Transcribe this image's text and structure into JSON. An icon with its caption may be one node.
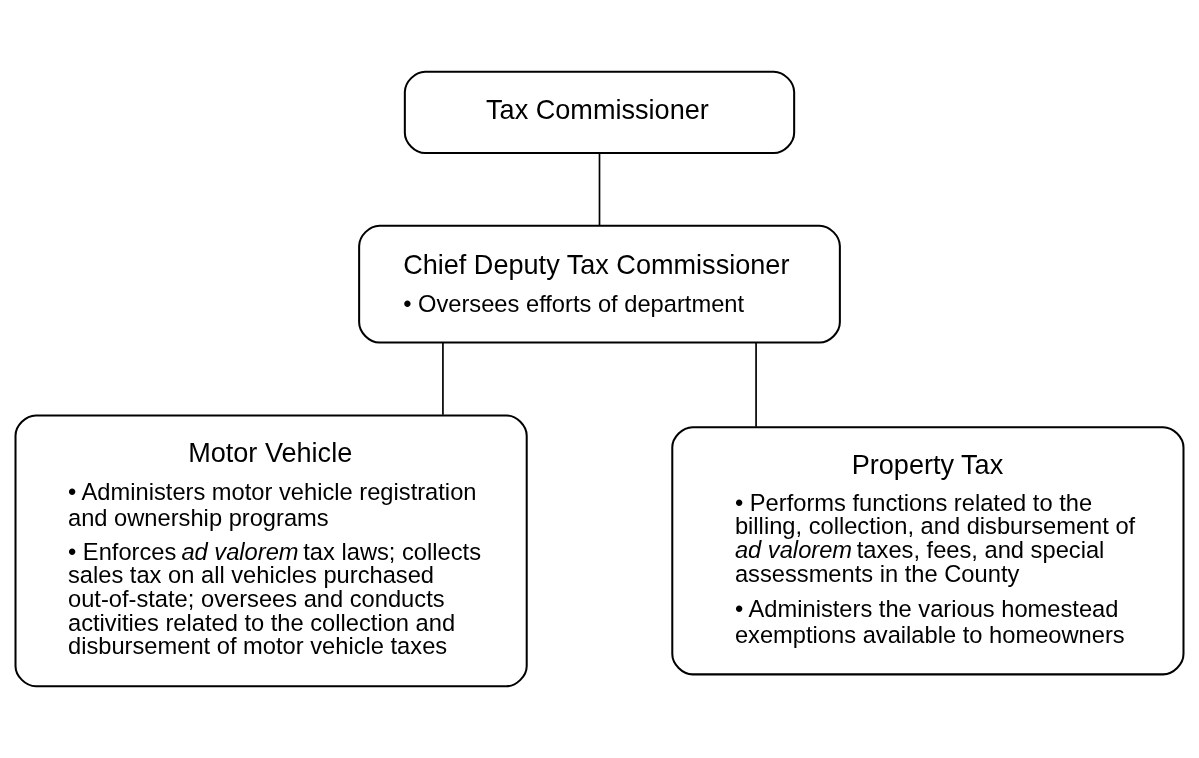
{
  "diagram": {
    "nodes": [
      {
        "text": [
          "Tax Commissioner"
        ]
      },
      {
        "text": [
          "Chief Deputy Tax Commissioner",
          "• Oversees efforts of department"
        ]
      },
      {
        "text": [
          "Motor Vehicle",
          "• Administers motor vehicle registration and ownership programs",
          "• Enforces *ad valorem* tax laws; collects sales tax on all vehicles purchased out-of-state; oversees and conducts activities related to the collection and disbursement of motor vehicle taxes"
        ]
      },
      {
        "text": [
          "Property Tax",
          "• Performs functions related to the billing, collection, and disbursement of *ad valorem* taxes, fees, and special assessments in the County",
          "• Administers the various homestead exemptions available to homeowners"
        ]
      }
    ],
    "edges": [
      {
        "from": 0,
        "to": 1,
        "arrow": "none"
      },
      {
        "from": 1,
        "to": 2,
        "arrow": "none"
      },
      {
        "from": 1,
        "to": 3,
        "arrow": "none"
      }
    ]
  }
}
